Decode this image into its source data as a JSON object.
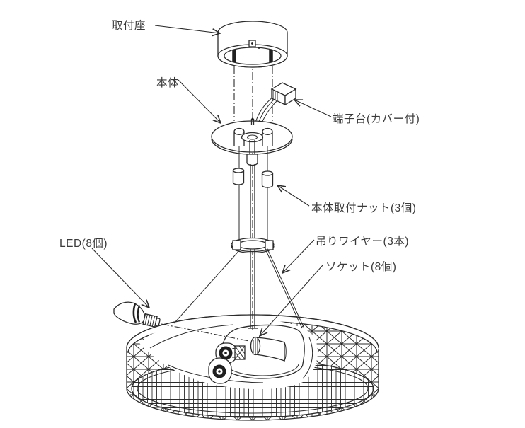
{
  "diagram": {
    "kind": "pendant-light-parts-diagram",
    "background_color": "#ffffff",
    "line_color": "#2b2b2b",
    "text_color": "#3a3a3a",
    "labels": {
      "mounting_base": "取付座",
      "body": "本体",
      "terminal_block": "端子台(カバー付)",
      "mounting_nuts": "本体取付ナット(3個)",
      "hanging_wires": "吊りワイヤー(3本)",
      "sockets": "ソケット(8個)",
      "led": "LED(8個)"
    }
  }
}
